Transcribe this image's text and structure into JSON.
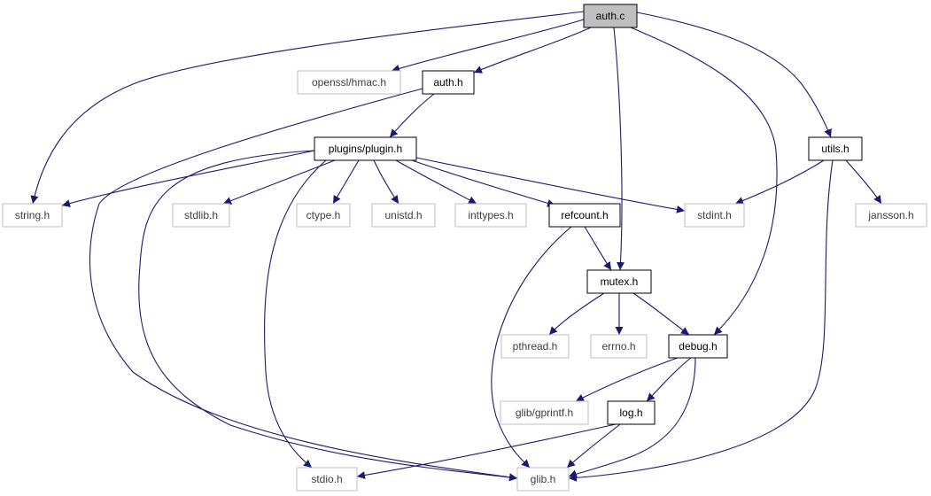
{
  "colors": {
    "edge": "#191970",
    "background": "#ffffff",
    "root_fill": "#bfbfbf",
    "local_border": "#000000",
    "system_border": "#bfbfbf",
    "system_text": "#3f3f3f",
    "local_text": "#000000"
  },
  "nodes": [
    {
      "id": "auth_c",
      "label": "auth.c",
      "kind": "root"
    },
    {
      "id": "openssl_hmac_h",
      "label": "openssl/hmac.h",
      "kind": "system"
    },
    {
      "id": "auth_h",
      "label": "auth.h",
      "kind": "local"
    },
    {
      "id": "plugins_plugin_h",
      "label": "plugins/plugin.h",
      "kind": "local"
    },
    {
      "id": "utils_h",
      "label": "utils.h",
      "kind": "local"
    },
    {
      "id": "string_h",
      "label": "string.h",
      "kind": "system"
    },
    {
      "id": "stdlib_h",
      "label": "stdlib.h",
      "kind": "system"
    },
    {
      "id": "ctype_h",
      "label": "ctype.h",
      "kind": "system"
    },
    {
      "id": "unistd_h",
      "label": "unistd.h",
      "kind": "system"
    },
    {
      "id": "inttypes_h",
      "label": "inttypes.h",
      "kind": "system"
    },
    {
      "id": "refcount_h",
      "label": "refcount.h",
      "kind": "local"
    },
    {
      "id": "stdint_h",
      "label": "stdint.h",
      "kind": "system"
    },
    {
      "id": "jansson_h",
      "label": "jansson.h",
      "kind": "system"
    },
    {
      "id": "mutex_h",
      "label": "mutex.h",
      "kind": "local"
    },
    {
      "id": "pthread_h",
      "label": "pthread.h",
      "kind": "system"
    },
    {
      "id": "errno_h",
      "label": "errno.h",
      "kind": "system"
    },
    {
      "id": "debug_h",
      "label": "debug.h",
      "kind": "local"
    },
    {
      "id": "glib_gprintf_h",
      "label": "glib/gprintf.h",
      "kind": "system"
    },
    {
      "id": "log_h",
      "label": "log.h",
      "kind": "local"
    },
    {
      "id": "stdio_h",
      "label": "stdio.h",
      "kind": "system"
    },
    {
      "id": "glib_h",
      "label": "glib.h",
      "kind": "system"
    }
  ],
  "edges": [
    {
      "from": "auth_c",
      "to": "openssl_hmac_h"
    },
    {
      "from": "auth_c",
      "to": "auth_h"
    },
    {
      "from": "auth_c",
      "to": "string_h"
    },
    {
      "from": "auth_c",
      "to": "utils_h"
    },
    {
      "from": "auth_c",
      "to": "mutex_h"
    },
    {
      "from": "auth_c",
      "to": "debug_h"
    },
    {
      "from": "auth_h",
      "to": "plugins_plugin_h"
    },
    {
      "from": "auth_h",
      "to": "glib_h"
    },
    {
      "from": "plugins_plugin_h",
      "to": "string_h"
    },
    {
      "from": "plugins_plugin_h",
      "to": "stdlib_h"
    },
    {
      "from": "plugins_plugin_h",
      "to": "ctype_h"
    },
    {
      "from": "plugins_plugin_h",
      "to": "unistd_h"
    },
    {
      "from": "plugins_plugin_h",
      "to": "inttypes_h"
    },
    {
      "from": "plugins_plugin_h",
      "to": "refcount_h"
    },
    {
      "from": "plugins_plugin_h",
      "to": "stdint_h"
    },
    {
      "from": "plugins_plugin_h",
      "to": "stdio_h"
    },
    {
      "from": "plugins_plugin_h",
      "to": "glib_h"
    },
    {
      "from": "utils_h",
      "to": "stdint_h"
    },
    {
      "from": "utils_h",
      "to": "jansson_h"
    },
    {
      "from": "utils_h",
      "to": "glib_h"
    },
    {
      "from": "refcount_h",
      "to": "mutex_h"
    },
    {
      "from": "refcount_h",
      "to": "glib_h"
    },
    {
      "from": "mutex_h",
      "to": "pthread_h"
    },
    {
      "from": "mutex_h",
      "to": "errno_h"
    },
    {
      "from": "mutex_h",
      "to": "debug_h"
    },
    {
      "from": "debug_h",
      "to": "glib_gprintf_h"
    },
    {
      "from": "debug_h",
      "to": "log_h"
    },
    {
      "from": "debug_h",
      "to": "glib_h"
    },
    {
      "from": "log_h",
      "to": "stdio_h"
    },
    {
      "from": "log_h",
      "to": "glib_h"
    }
  ]
}
